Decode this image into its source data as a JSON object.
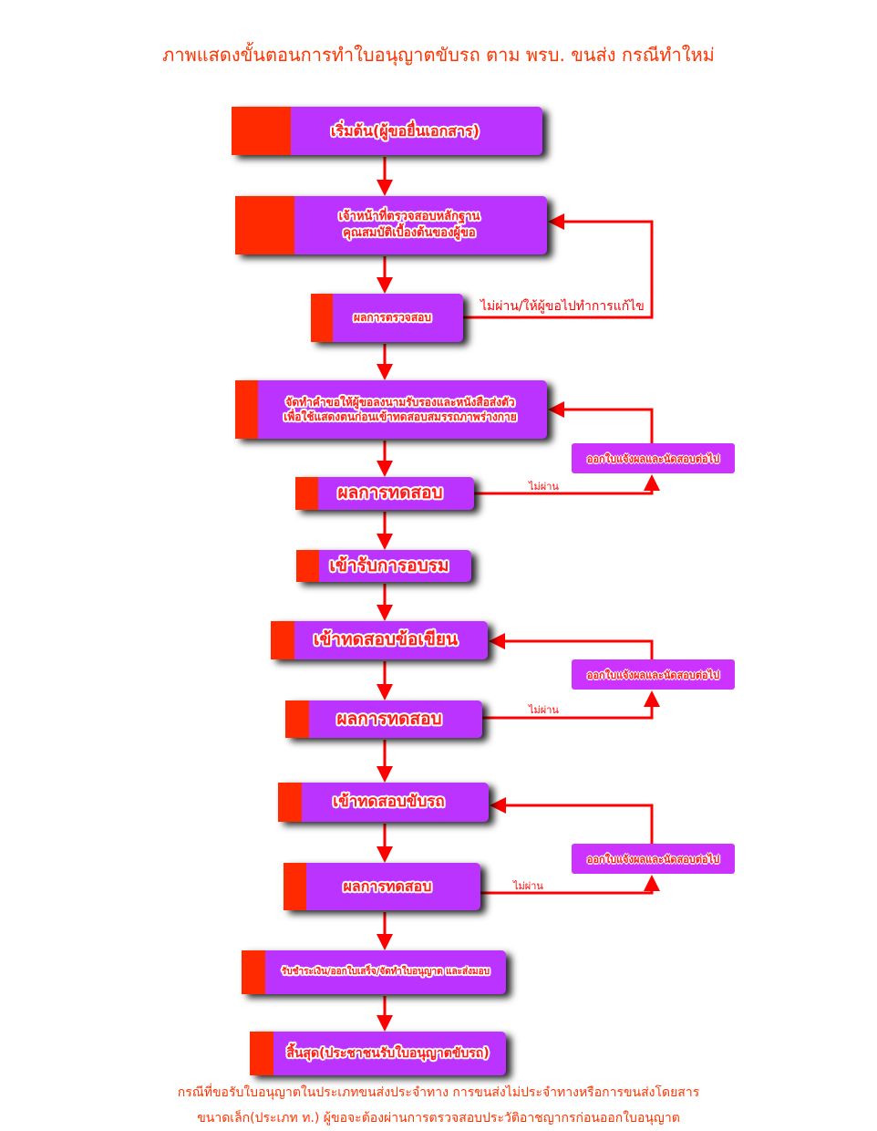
{
  "title": "ภาพแสดงขั้นตอนการทำใบอนุญาตขับรถ ตาม พรบ. ขนส่ง กรณีทำใหม่",
  "steps": [
    "เริ่มต้น(ผู้ขอยื่นเอกสาร)",
    "เจ้าหน้าที่ตรวจสอบหลักฐาน\nคุณสมบัติเบื้องต้นของผู้ขอ",
    "ผลการตรวจสอบ",
    "จัดทำคำขอให้ผู้ขอลงนามรับรองและหนังสือส่งตัว\nเพื่อใช้แสดงตนก่อนเข้าทดสอบสมรรถภาพร่างกาย",
    "ผลการทดสอบ",
    "เข้ารับการอบรม",
    "เข้าทดสอบข้อเขียน",
    "ผลการทดสอบ",
    "เข้าทดสอบขับรถ",
    "ผลการทดสอบ",
    "รับชำระเงิน/ออกใบเสร็จ/จัดทำใบอนุญาต และส่งมอบ",
    "สิ้นสุด(ประชาชนรับใบอนุญาตขับรถ)"
  ],
  "side_boxes": [
    "ออกใบแจ้งผลและนัดสอบต่อไป",
    "ออกใบแจ้งผลและนัดสอบต่อไป",
    "ออกใบแจ้งผลและนัดสอบต่อไป"
  ],
  "labels": {
    "fail_fix": "ไม่ผ่าน/ให้ผู้ขอไปทำการแก้ไข",
    "fail_1": "ไม่ผ่าน",
    "fail_2": "ไม่ผ่าน",
    "fail_3": "ไม่ผ่าน"
  },
  "note": [
    "กรณีที่ขอรับใบอนุญาตในประเภทขนส่งประจำทาง การขนส่งไม่ประจำทางหรือการขนส่งโดยสาร",
    "ขนาดเล็ก(ประเภท ท.) ผู้ขอจะต้องผ่านการตรวจสอบประวัติอาชญากรก่อนออกใบอนุญาต"
  ],
  "colors": {
    "box": "#bb33ff",
    "bar": "#ff2a00",
    "arrow": "#ff0000",
    "text": "#ff3300"
  }
}
